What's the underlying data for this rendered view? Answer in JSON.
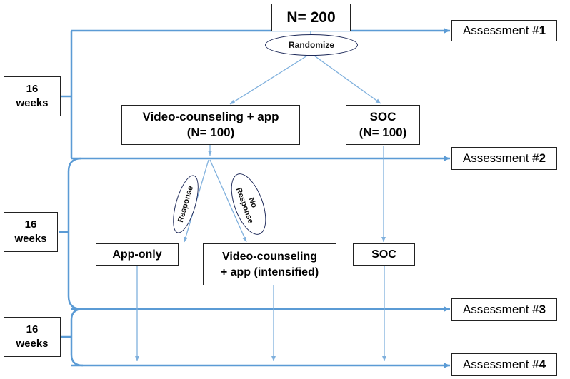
{
  "top_box": {
    "label": "N= 200"
  },
  "randomize": {
    "label": "Randomize"
  },
  "week_blocks": [
    {
      "num": "16",
      "unit": "weeks"
    },
    {
      "num": "16",
      "unit": "weeks"
    },
    {
      "num": "16",
      "unit": "weeks"
    }
  ],
  "assessments": [
    {
      "prefix": "Assessment #",
      "num": "1"
    },
    {
      "prefix": "Assessment #",
      "num": "2"
    },
    {
      "prefix": "Assessment #",
      "num": "3"
    },
    {
      "prefix": "Assessment #",
      "num": "4"
    }
  ],
  "arms": {
    "video": {
      "line1": "Video-counseling + app",
      "line2": "(N= 100)"
    },
    "soc": {
      "line1": "SOC",
      "line2": "(N= 100)"
    }
  },
  "second_stage": {
    "app_only": "App-only",
    "intensified": {
      "line1": "Video-counseling",
      "line2": "+ app (intensified)"
    },
    "soc": "SOC"
  },
  "responses": {
    "response": "Response",
    "no_response": {
      "line1": "No",
      "line2": "Response"
    }
  },
  "colors": {
    "line": "#5b9bd5",
    "thin_line": "#8fb8e0",
    "box_border": "#222222"
  }
}
